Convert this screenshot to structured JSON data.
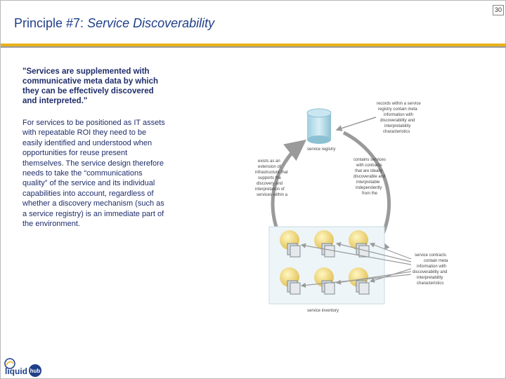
{
  "page_number": "30",
  "title": {
    "prefix": "Principle #7: ",
    "emphasis": "Service Discoverability"
  },
  "quote": "\"Services are supplemented with communicative meta data by which they can be effectively discovered and interpreted.\"",
  "body": "For services to be positioned as IT assets with repeatable ROI they need to be easily identified and understood when opportunities for reuse present themselves. The service design therefore needs to take the “communications quality” of the service and its individual capabilities into account, regardless of whether a discovery mechanism (such as a service registry) is an immediate part of the environment.",
  "diagram": {
    "registry_label": "service registry",
    "inventory_label": "service inventory",
    "callout_top": [
      "records within a service",
      "registry contain meta",
      "information with",
      "discoverability and",
      "interpretability",
      "characteristics"
    ],
    "callout_left": [
      "exists as an",
      "extension of",
      "infrastructure that",
      "supports the",
      "discovery and",
      "interpretation of",
      "services within a"
    ],
    "callout_right": [
      "contains services",
      "with contracts",
      "that are ideally",
      "discoverable and",
      "interpretable",
      "independently",
      "from the"
    ],
    "callout_bottom": [
      "service contracts",
      "contain meta",
      "information with",
      "discoverability and",
      "interpretability",
      "characteristics"
    ]
  },
  "logo": {
    "text": "liquid",
    "badge": "hub"
  },
  "colors": {
    "title": "#1f3f8a",
    "text": "#1f2d6a",
    "accent_gold": "#e9b21a",
    "rule_grey": "#9a9a9a"
  }
}
